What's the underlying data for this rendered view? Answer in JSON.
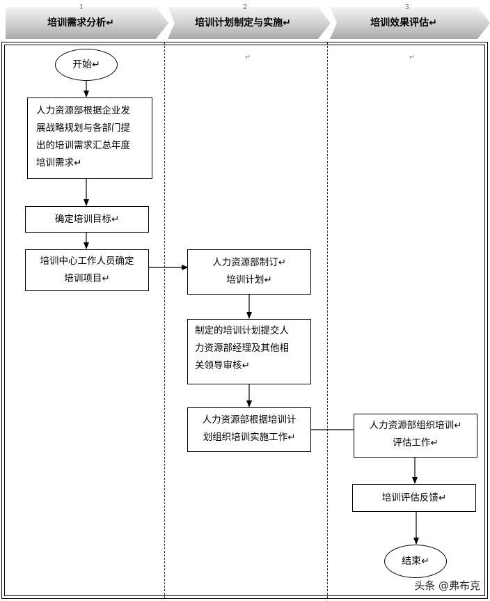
{
  "header": {
    "lanes": [
      {
        "label": "培训需求分析↵",
        "tick": "1"
      },
      {
        "label": "培训计划制定与实施↵",
        "tick": "2"
      },
      {
        "label": "培训效果评估↵",
        "tick": "3"
      }
    ]
  },
  "nodes": {
    "start": "开始↵",
    "step1": [
      "人力资源部根据企业发",
      "展战略规划与各部门提",
      "出的培训需求汇总年度",
      "培训需求↵"
    ],
    "step2": "确定培训目标↵",
    "step3": [
      "培训中心工作人员确定",
      "培训项目↵"
    ],
    "step4": [
      "人力资源部制订↵",
      "培训计划↵"
    ],
    "step5": [
      "制定的培训计划提交人",
      "力资源部经理及其他相",
      "关领导审核↵"
    ],
    "step6": [
      "人力资源部根据培训计",
      "划组织培训实施工作↵"
    ],
    "step7": [
      "人力资源部组织培训↵",
      "评估工作↵"
    ],
    "step8": "培训评估反馈↵",
    "end": "结束↵"
  },
  "stray_marks": {
    "lane2": "↵",
    "lane3": "↵"
  },
  "watermark": "头条 @弗布克"
}
